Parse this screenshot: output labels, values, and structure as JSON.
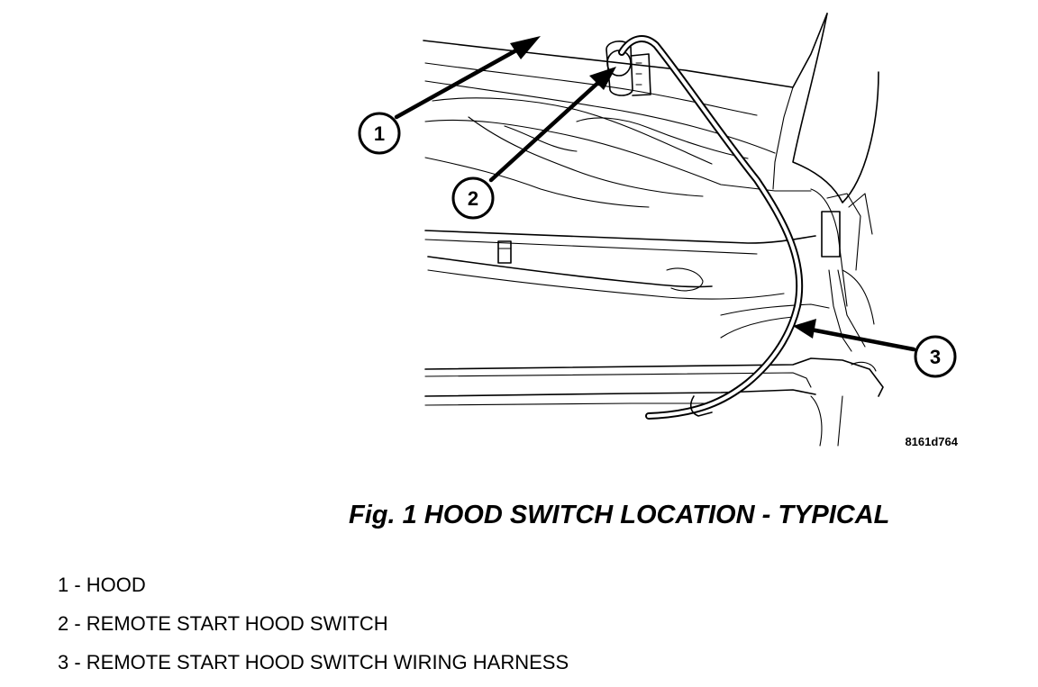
{
  "figure": {
    "callouts": [
      "1",
      "2",
      "3"
    ],
    "image_code": "8161d764",
    "caption": "Fig. 1 HOOD SWITCH LOCATION - TYPICAL"
  },
  "legend": [
    "1 - HOOD",
    "2 - REMOTE START HOOD SWITCH",
    "3 - REMOTE START HOOD SWITCH WIRING HARNESS"
  ],
  "colors": {
    "ink": "#000000",
    "paper": "#ffffff"
  }
}
